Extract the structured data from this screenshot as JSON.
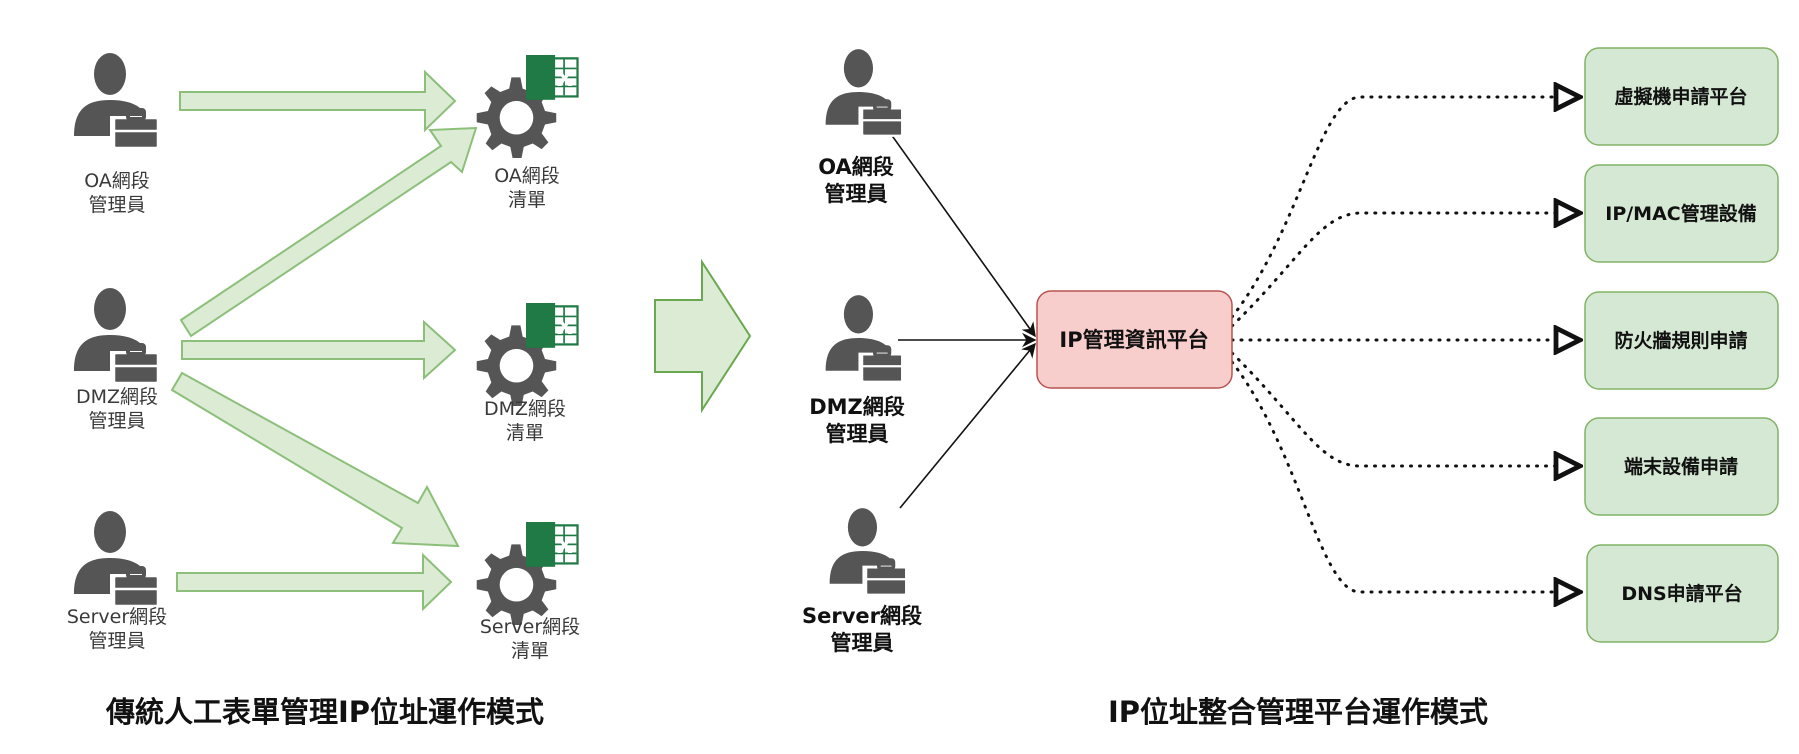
{
  "left": {
    "caption": "傳統人工表單管理IP位址運作模式",
    "admins": [
      {
        "line1": "OA網段",
        "line2": "管理員"
      },
      {
        "line1": "DMZ網段",
        "line2": "管理員"
      },
      {
        "line1": "Server網段",
        "line2": "管理員"
      }
    ],
    "lists": [
      {
        "line1": "OA網段",
        "line2": "清單"
      },
      {
        "line1": "DMZ網段",
        "line2": "清單"
      },
      {
        "line1": "Server網段",
        "line2": "清單"
      }
    ],
    "excel_letter": "X"
  },
  "right": {
    "caption": "IP位址整合管理平台運作模式",
    "admins": [
      {
        "line1": "OA網段",
        "line2": "管理員"
      },
      {
        "line1": "DMZ網段",
        "line2": "管理員"
      },
      {
        "line1": "Server網段",
        "line2": "管理員"
      }
    ],
    "hub": "IP管理資訊平台",
    "targets": [
      "虛擬機申請平台",
      "IP/MAC管理設備",
      "防火牆規則申請",
      "端末設備申請",
      "DNS申請平台"
    ]
  },
  "colors": {
    "arrow_fill": "#dcebd4",
    "arrow_stroke": "#8cbf7a",
    "hub_fill": "#f8cecc",
    "hub_stroke": "#b85450",
    "target_fill": "#d5e8d4",
    "target_stroke": "#82b366",
    "icon_gray": "#555555",
    "excel_green": "#1f7a45"
  }
}
